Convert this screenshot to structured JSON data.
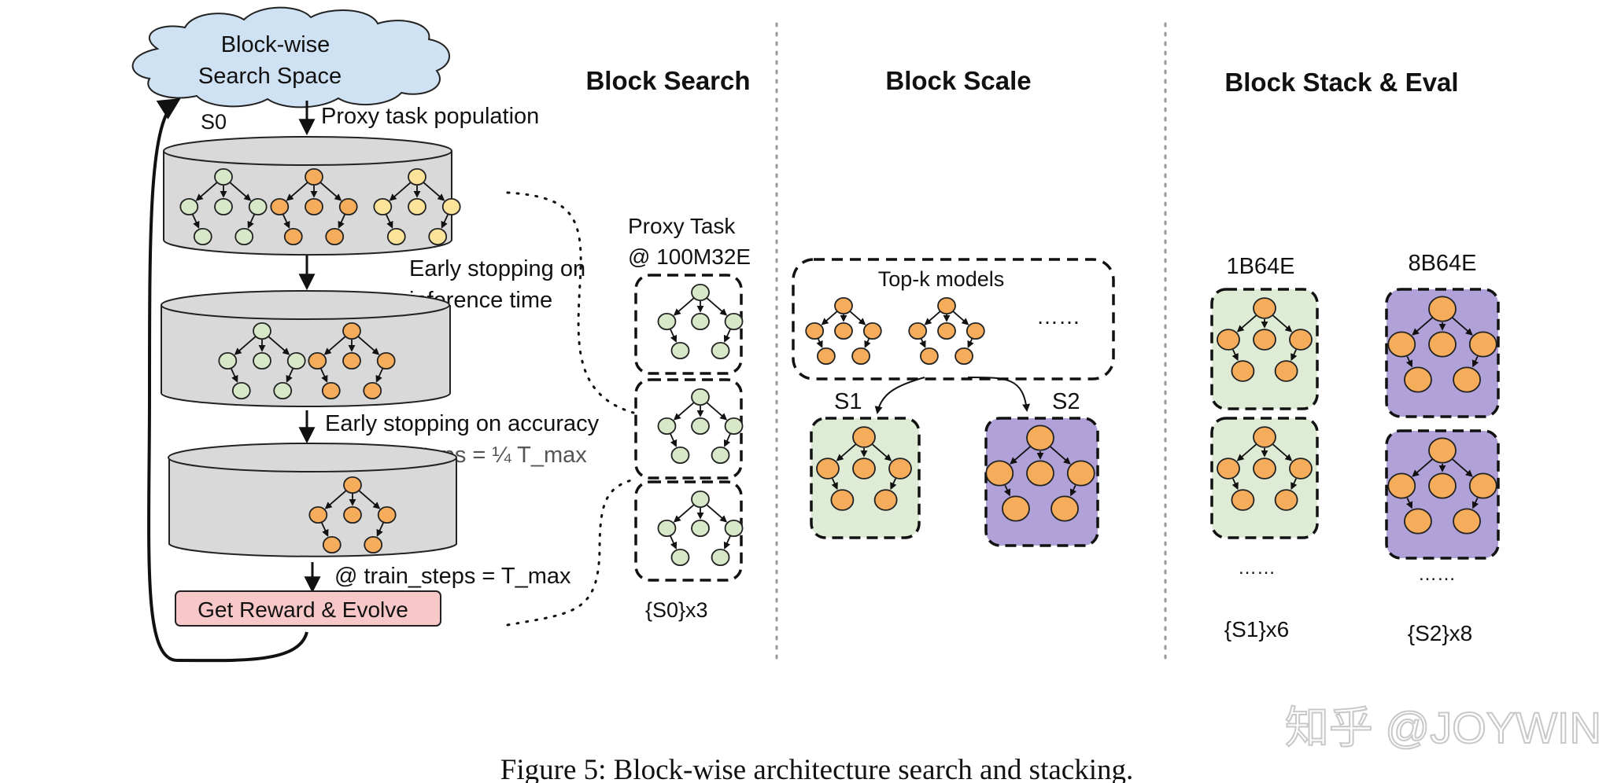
{
  "colors": {
    "green": "#d6e8c8",
    "orange": "#f6ad5b",
    "yellow": "#fbe39a",
    "purple": "#b0a2d8",
    "cloud": "#cfe2f3",
    "cylinder": "#d9d9d9",
    "reward": "#f8c8c8",
    "greenBox": "#dfecd5"
  },
  "search_space": "Block-wise\nSearch Space",
  "labels": {
    "s0": "S0",
    "proxy_pop": "Proxy task population",
    "early_stop_inf_1": "Early stopping on",
    "early_stop_inf_2": "inference time",
    "early_stop_acc": "Early stopping on accuracy",
    "train_quarter": "@ train_steps = ¼ T_max",
    "train_full": "@ train_steps = T_max",
    "reward": "Get Reward & Evolve"
  },
  "sections": {
    "search": "Block Search",
    "scale": "Block Scale",
    "stack": "Block Stack & Eval"
  },
  "proxy": {
    "line1": "Proxy Task",
    "line2": "@ 100M32E",
    "repeat": "{S0}x3"
  },
  "scale": {
    "topk": "Top-k models",
    "ellipsis": "……",
    "s1": "S1",
    "s2": "S2"
  },
  "stack": {
    "left_title": "1B64E",
    "right_title": "8B64E",
    "left_dots": "……",
    "right_dots": "……",
    "left_repeat": "{S1}x6",
    "right_repeat": "{S2}x8"
  },
  "watermark": "知乎 @JOYWIN",
  "caption": "Figure 5: Block-wise architecture search and stacking."
}
